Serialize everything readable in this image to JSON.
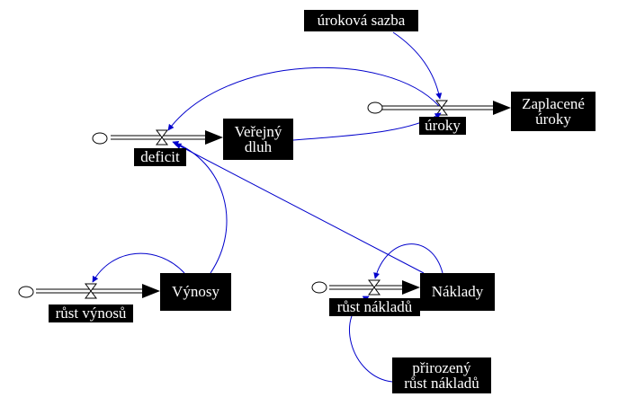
{
  "variables": {
    "urokova_sazba": "úroková sazba",
    "zaplacene_uroky_1": "Zaplacené",
    "zaplacene_uroky_2": "úroky",
    "uroky": "úroky",
    "deficit": "deficit",
    "verejny_dluh_1": "Veřejný",
    "verejny_dluh_2": "dluh",
    "vynosy": "Výnosy",
    "rust_vynosu": "růst výnosů",
    "naklady": "Náklady",
    "rust_nakladu": "růst nákladů",
    "prirozeny_rust_1": "přirozený",
    "prirozeny_rust_2": "růst nákladů"
  },
  "colors": {
    "link": "#0000cc",
    "flow": "#000000",
    "box": "#000000",
    "text": "#ffffff"
  }
}
